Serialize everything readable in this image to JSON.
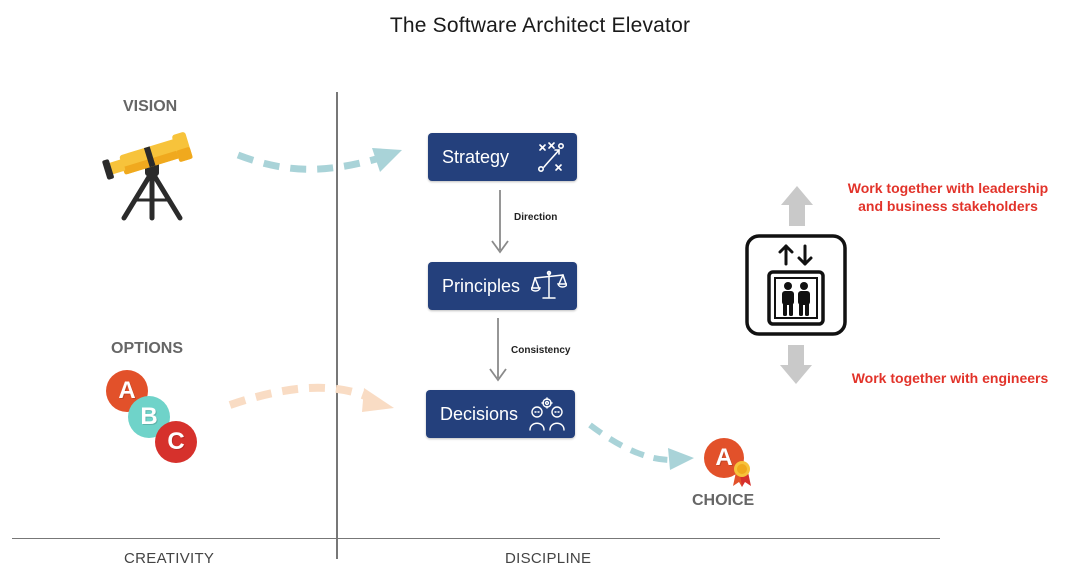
{
  "title": "The Software Architect Elevator",
  "left": {
    "vision_label": "VISION",
    "options_label": "OPTIONS",
    "option_letters": [
      "A",
      "B",
      "C"
    ]
  },
  "center": {
    "boxes": [
      {
        "label": "Strategy",
        "icon": "strategy-play-icon"
      },
      {
        "label": "Principles",
        "icon": "balance-scale-icon"
      },
      {
        "label": "Decisions",
        "icon": "team-decision-icon"
      }
    ],
    "arrows": [
      {
        "label": "Direction"
      },
      {
        "label": "Consistency"
      }
    ]
  },
  "choice": {
    "letter": "A",
    "label": "CHOICE"
  },
  "elevator": {
    "up_text": "Work together with leadership and business stakeholders",
    "down_text": "Work together with engineers",
    "icon": "elevator-icon"
  },
  "footer": {
    "left": "CREATIVITY",
    "right": "DISCIPLINE"
  },
  "colors": {
    "box_blue": "#24407c",
    "accent_red": "#e2332a",
    "dash_teal": "#a9d3d8",
    "dash_peach": "#f9dcc4",
    "option_a": "#e2512a",
    "option_b": "#6fd3c9",
    "option_c": "#d6312c",
    "telescope_yellow": "#f7c33b"
  }
}
